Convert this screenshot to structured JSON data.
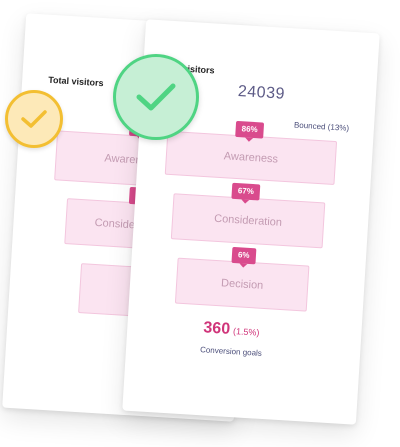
{
  "back_card": {
    "title": "Total visitors",
    "stages": [
      {
        "percent": "",
        "label": "Awareness"
      },
      {
        "percent": "",
        "label": "Consideration"
      },
      {
        "percent": "",
        "label": ""
      }
    ]
  },
  "front_card": {
    "title": "Total visitors",
    "visitors": "24039",
    "bounced": "Bounced (13%)",
    "stages": [
      {
        "percent": "86%",
        "label": "Awareness"
      },
      {
        "percent": "67%",
        "label": "Consideration"
      },
      {
        "percent": "6%",
        "label": "Decision"
      }
    ],
    "conversions": "360",
    "conversion_rate": "(1.5%)",
    "conversion_label": "Conversion goals"
  },
  "badges": {
    "yellow": {
      "icon": "checkmark-icon",
      "color": "#f3bf32"
    },
    "green": {
      "icon": "checkmark-icon",
      "color": "#4fd483"
    }
  },
  "colors": {
    "funnel_fill": "#fbe4f1",
    "percent_badge": "#d94b8d",
    "conversion_accent": "#d0357a"
  }
}
